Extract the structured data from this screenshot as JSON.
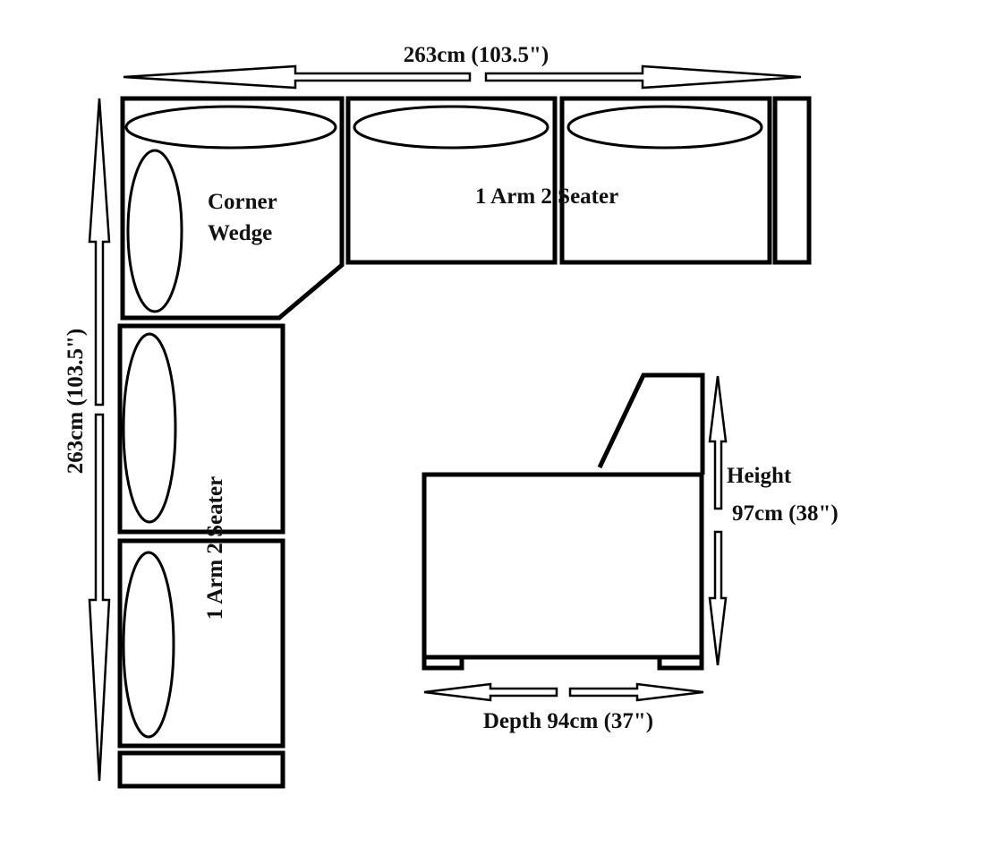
{
  "diagram": {
    "title": "Corner sofa dimensions",
    "labels": {
      "top_width": "263cm (103.5\")",
      "side_length": "263cm (103.5\")",
      "corner": [
        "Corner",
        "Wedge"
      ],
      "top_section": "1 Arm 2 Seater",
      "side_section": "1 Arm 2 Seater",
      "height_title": "Height",
      "height_value": "97cm (38\")",
      "depth": "Depth 94cm (37\")"
    },
    "colors": {
      "line": "#000000",
      "background": "#ffffff"
    }
  }
}
